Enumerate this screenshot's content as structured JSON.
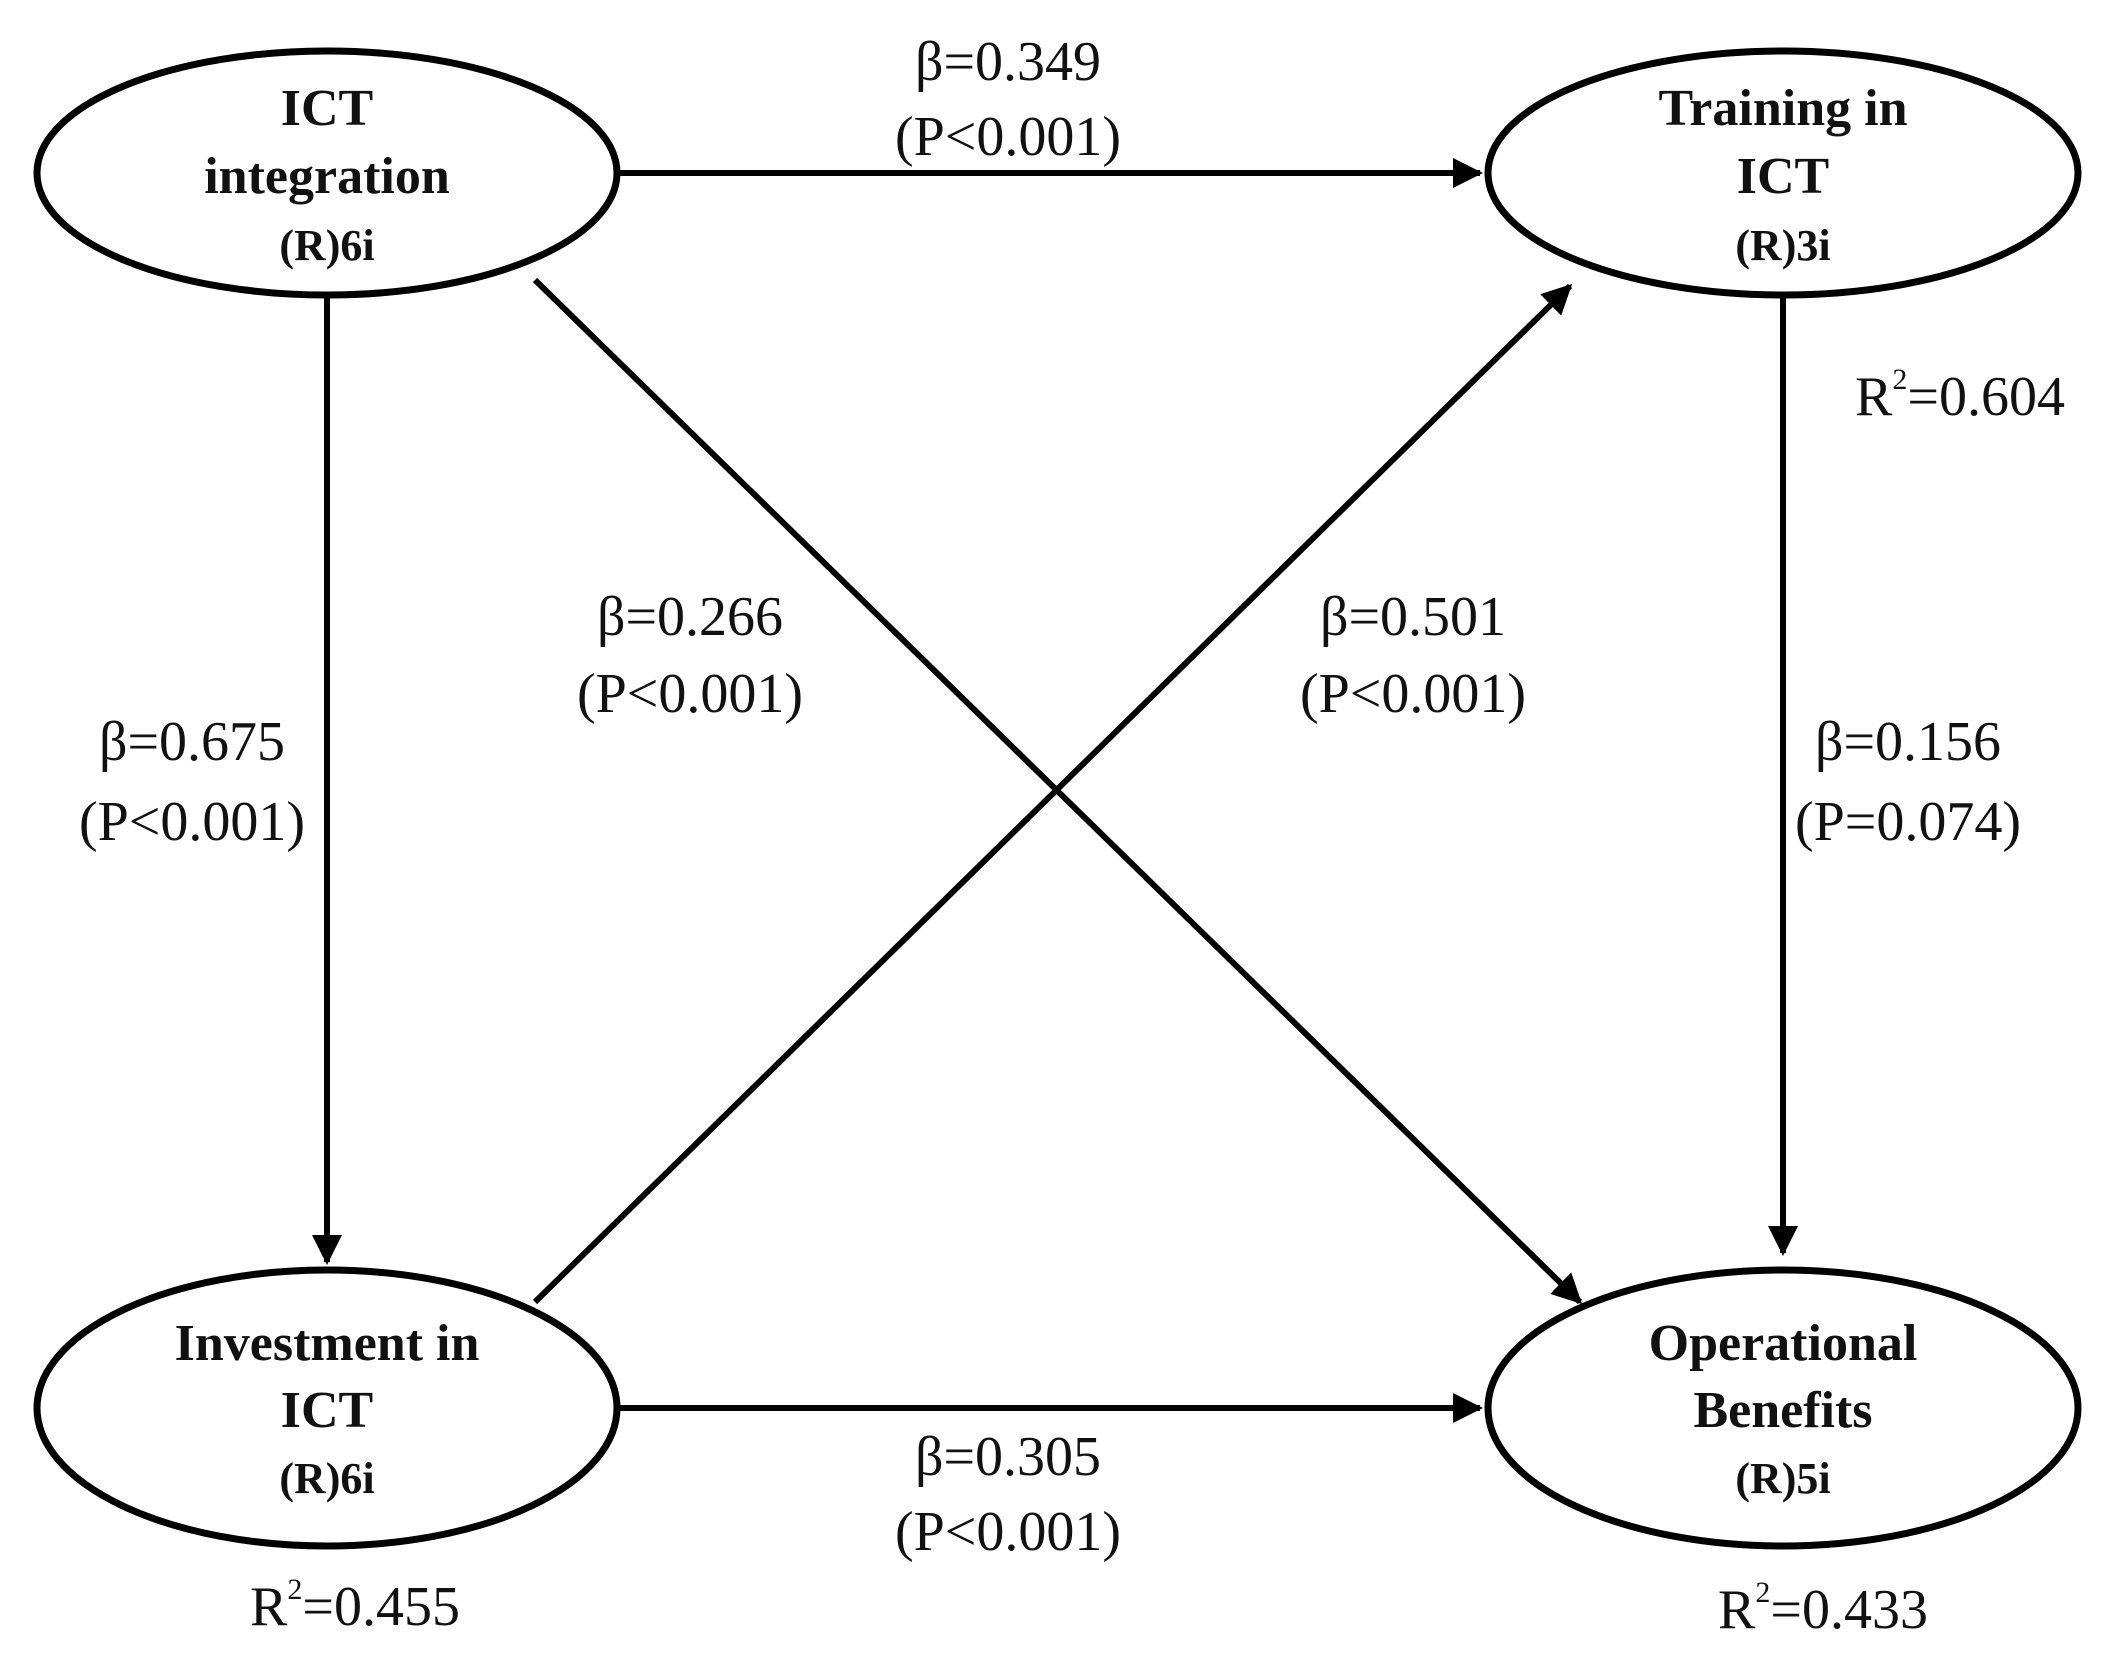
{
  "nodes": {
    "ict_integration": {
      "lines": [
        "ICT",
        "integration"
      ],
      "indicators": "(R)6i"
    },
    "training": {
      "lines": [
        "Training in",
        "ICT"
      ],
      "indicators": "(R)3i",
      "r2": "=0.604"
    },
    "investment": {
      "lines": [
        "Investment in",
        "ICT"
      ],
      "indicators": "(R)6i",
      "r2": "=0.455"
    },
    "operational": {
      "lines": [
        "Operational",
        "Benefits"
      ],
      "indicators": "(R)5i",
      "r2": "=0.433"
    }
  },
  "r2": {
    "symbol": "R",
    "sup": "2"
  },
  "edges": {
    "integration_training": {
      "beta": "β=0.349",
      "p": "(P<0.001)"
    },
    "integration_investment": {
      "beta": "β=0.675",
      "p": "(P<0.001)"
    },
    "integration_operational": {
      "beta": "β=0.266",
      "p": "(P<0.001)"
    },
    "investment_training": {
      "beta": "β=0.501",
      "p": "(P<0.001)"
    },
    "training_operational": {
      "beta": "β=0.156",
      "p": "(P=0.074)"
    },
    "investment_operational": {
      "beta": "β=0.305",
      "p": "(P<0.001)"
    }
  },
  "colors": {
    "stroke": "#000000",
    "text": "#111111",
    "background": "#ffffff"
  }
}
